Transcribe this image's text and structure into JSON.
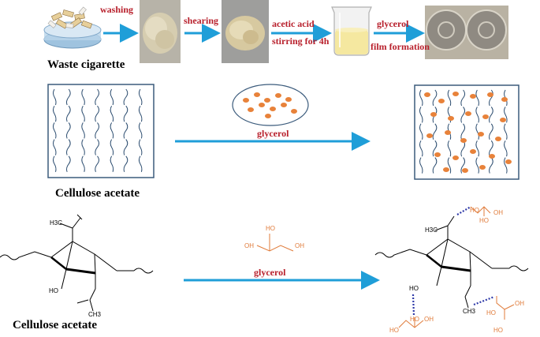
{
  "colors": {
    "arrow": "#1f9ed8",
    "step_text": "#b8202c",
    "fiber": "#2b4c6f",
    "glycerol_dot": "#e8823a",
    "glycerol_struct": "#e07b3a",
    "hbond": "#2f3aa8",
    "film": "#b9b2a3"
  },
  "row1": {
    "steps": [
      "washing",
      "shearing",
      "acetic acid",
      "stirring for 4h",
      "glycerol",
      "film formation"
    ],
    "source_caption": "Waste cigarette"
  },
  "row2": {
    "arrow_label": "glycerol",
    "caption": "Cellulose acetate"
  },
  "row3": {
    "arrow_label": "glycerol",
    "caption": "Cellulose acetate",
    "left_groups": {
      "acetyl_top": "H3C",
      "ho": "HO",
      "acetyl_bottom": "CH3"
    },
    "glycerol_oh": [
      "OH",
      "HO",
      "OH"
    ],
    "right_groups": {
      "acetyl_top": "H3C",
      "ho": "HO",
      "acetyl_bottom": "CH3"
    },
    "right_glycerol_top": [
      "HO",
      "OH",
      "HO"
    ],
    "right_glycerol_left": [
      "HO",
      "HO",
      "OH"
    ],
    "right_glycerol_right": [
      "HO",
      "OH",
      "HO"
    ]
  }
}
